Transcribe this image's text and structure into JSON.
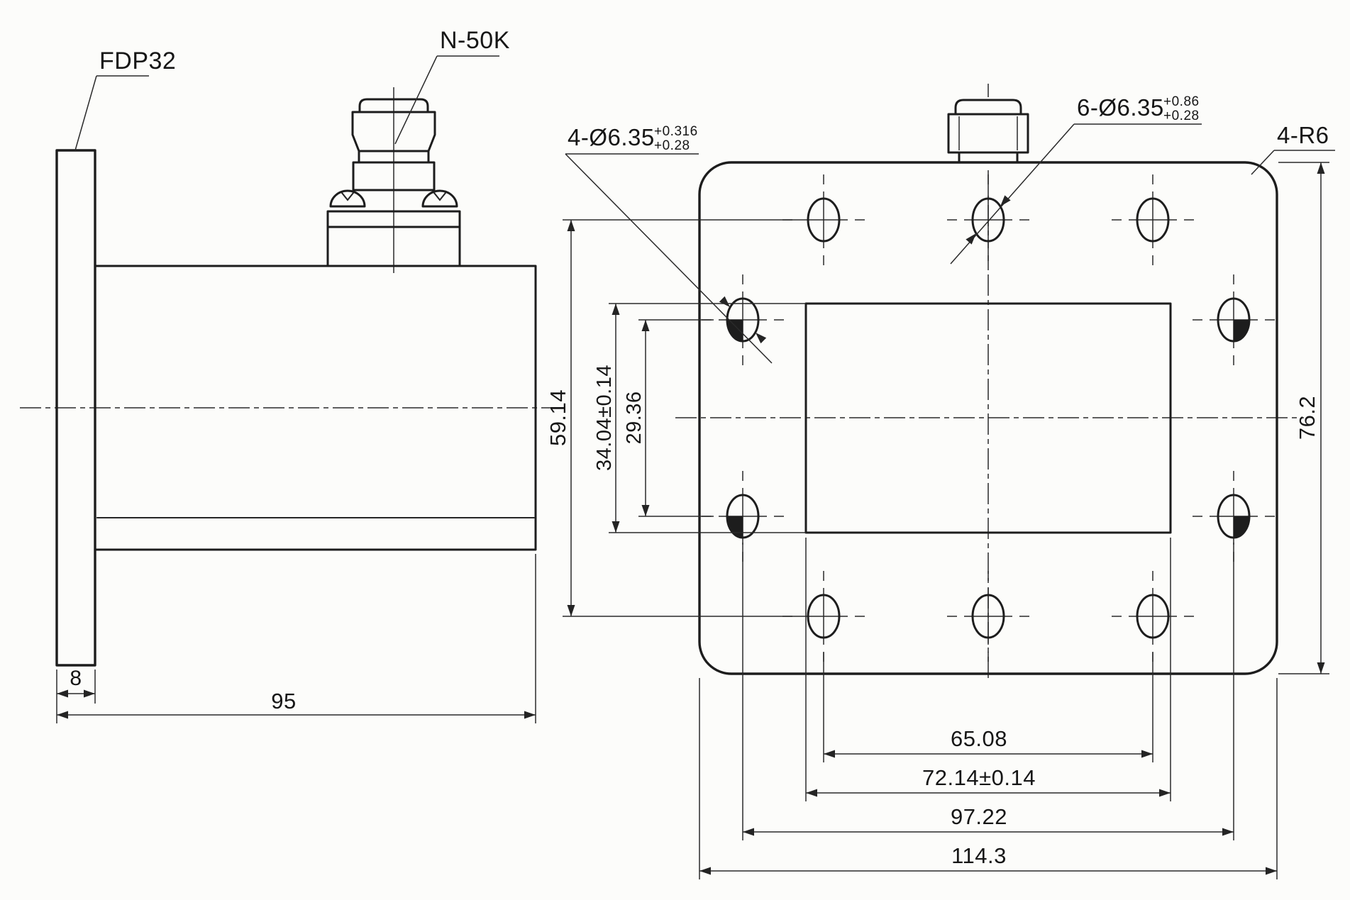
{
  "side_view": {
    "flange_label": "FDP32",
    "connector_label": "N-50K",
    "dim_flange_thickness": "8",
    "dim_body_length": "95"
  },
  "front_view": {
    "pin_holes_label": "4-Ø6.35",
    "pin_holes_tol_upper": "+0.316",
    "pin_holes_tol_lower": "+0.28",
    "mount_holes_label": "6-Ø6.35",
    "mount_holes_tol_upper": "+0.86",
    "mount_holes_tol_lower": "+0.28",
    "corner_radius_label": "4-R6",
    "dim_mount_hole_spacing_vertical": "59.14",
    "dim_aperture_height": "34.04±0.14",
    "dim_pin_hole_spacing_vertical": "29.36",
    "dim_flange_height": "76.2",
    "dim_mount_hole_spacing_horizontal": "65.08",
    "dim_aperture_width": "72.14±0.14",
    "dim_pin_hole_spacing_horizontal": "97.22",
    "dim_flange_width": "114.3"
  },
  "colors": {
    "line": "#1d1d1d",
    "paper": "#fcfcfa"
  }
}
